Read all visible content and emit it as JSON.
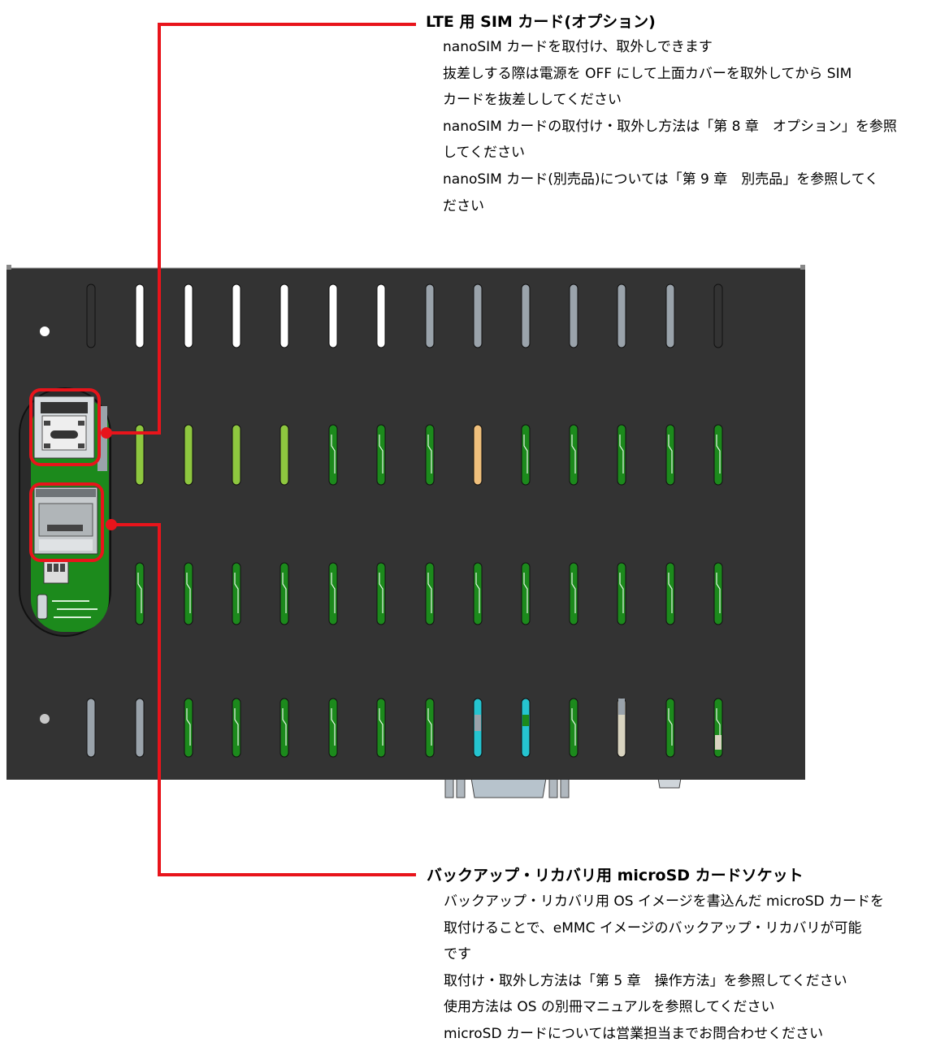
{
  "top_callout": {
    "title": "LTE 用 SIM カード(オプション)",
    "lines": [
      "nanoSIM カードを取付け、取外しできます",
      "抜差しする際は電源を OFF にして上面カバーを取外してから SIM",
      "カードを抜差ししてください",
      "nanoSIM カードの取付け・取外し方法は「第 8 章　オプション」を参照",
      "してください",
      "nanoSIM カード(別売品)については「第 9 章　別売品」を参照してく",
      "ださい"
    ]
  },
  "bottom_callout": {
    "title": "バックアップ・リカバリ用 microSD カードソケット",
    "lines": [
      "バックアップ・リカバリ用 OS イメージを書込んだ microSD カードを",
      "取付けることで、eMMC イメージのバックアップ・リカバリが可能",
      "です",
      "取付け・取外し方法は「第 5 章　操作方法」を参照してください",
      "使用方法は OS の別冊マニュアルを参照してください",
      "microSD カードについては営業担当までお問合わせください"
    ]
  },
  "colors": {
    "leader_line": "#e8141b",
    "panel": "#333333",
    "pcb_green": "#1c8a1c",
    "slot_light": "#8ec73f",
    "slot_gray": "#9aa3ab",
    "slot_white": "#ffffff",
    "slot_cyan": "#25c4d0",
    "slot_orange": "#f0c07c",
    "slot_beige": "#d9d4c0"
  },
  "icons": [
    "sim-socket-icon",
    "microsd-socket-icon"
  ]
}
